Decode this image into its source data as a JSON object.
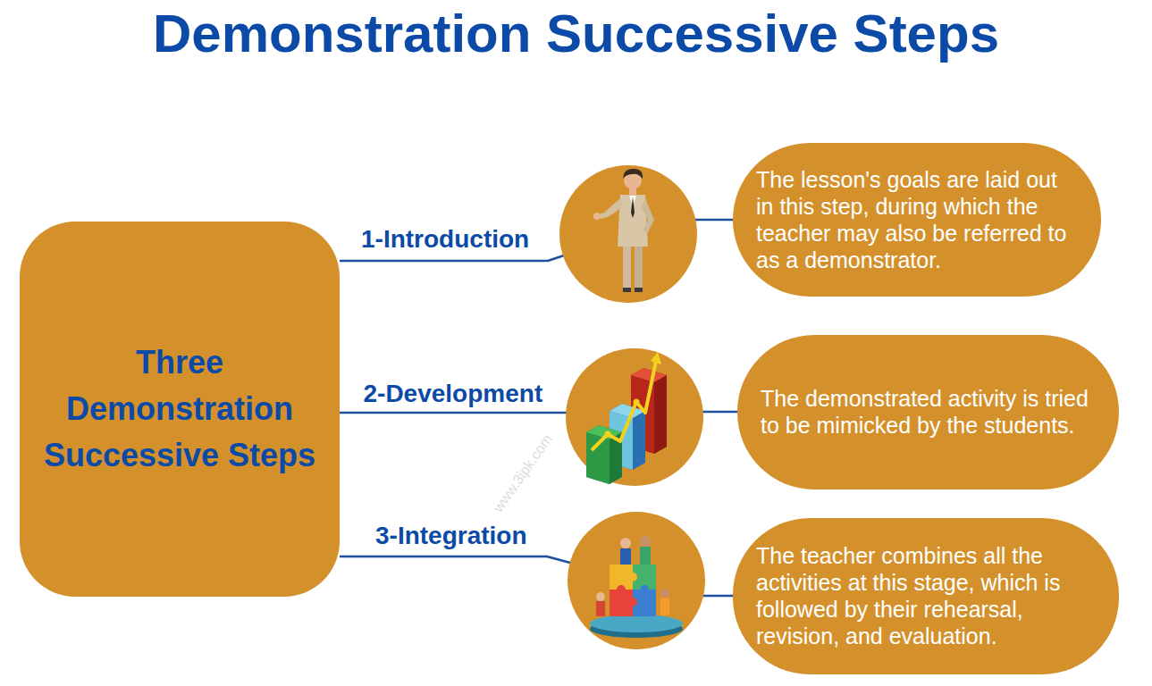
{
  "diagram": {
    "title": "Demonstration Successive Steps",
    "nodes": [
      {
        "text": [
          "Three Demonstration Successive Steps"
        ]
      },
      {
        "text": [
          "The lesson's goals are laid out in this step, during which the teacher may also be referred to as a demonstrator."
        ]
      },
      {
        "text": [
          "The demonstrated activity is tried to be mimicked by the students."
        ]
      },
      {
        "text": [
          "The teacher combines all the activities at this stage, which is followed by their rehearsal, revision, and evaluation."
        ]
      }
    ],
    "edges": [
      {
        "from": 0,
        "to": 1,
        "label": "1-Introduction",
        "arrow": "none"
      },
      {
        "from": 0,
        "to": 2,
        "label": "2-Development",
        "arrow": "none"
      },
      {
        "from": 0,
        "to": 3,
        "label": "3-Integration",
        "arrow": "none"
      }
    ],
    "labels": [
      "www.3ipk.com"
    ]
  }
}
